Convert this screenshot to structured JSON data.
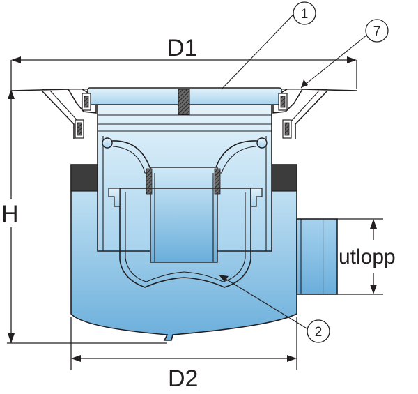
{
  "labels": {
    "d1": "D1",
    "d2": "D2",
    "h": "H",
    "outlet": "utlopp",
    "callout_1": "1",
    "callout_7": "7",
    "callout_2": "2"
  },
  "colors": {
    "outline": "#231f20",
    "water_light": "#d7eef9",
    "water_dark": "#6fb2dc",
    "gasket": "#3a3a3a"
  }
}
